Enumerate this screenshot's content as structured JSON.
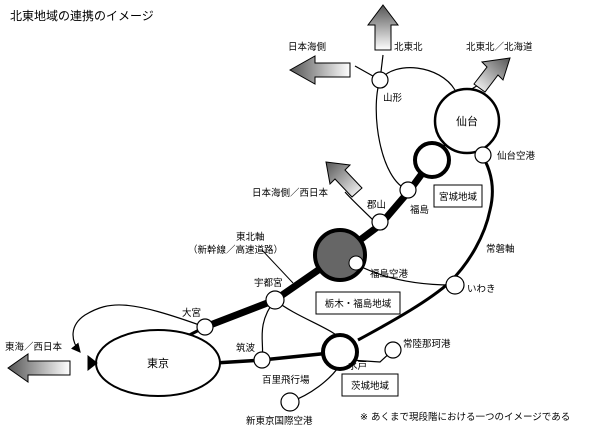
{
  "title": "北東地域の連携のイメージ",
  "nodes": {
    "tokyo": "東京",
    "sendai": "仙台",
    "omiya": "大宮",
    "utsunomiya": "宇都宮",
    "fukushima_airport": "福島空港",
    "koriyama": "郡山",
    "fukushima": "福島",
    "yamagata": "山形",
    "iwaki": "いわき",
    "mito": "水戸",
    "tsukuba": "筑波",
    "hyakuri": "百里飛行場",
    "shin_tokyo_airport": "新東京国際空港",
    "hitachinaka": "常陸那珂港",
    "sendai_airport": "仙台空港",
    "kita_tohoku": "北東北"
  },
  "regions": {
    "miyagi": "宮城地域",
    "tochigi_fukushima": "栃木・福島地域",
    "ibaraki": "茨城地域"
  },
  "axes": {
    "tohoku_axis_1": "東北軸",
    "tohoku_axis_2": "（新幹線／高速道路）",
    "joban_axis": "常磐軸"
  },
  "arrows": {
    "nihonkai": "日本海側",
    "kita_tohoku": "北東北",
    "kita_tohoku_hokkaido": "北東北／北海道",
    "nihonkai_nishinihon": "日本海側／西日本",
    "tokai_nishinihon": "東海／西日本"
  },
  "note": "※ あくまで現段階における一つのイメージである"
}
